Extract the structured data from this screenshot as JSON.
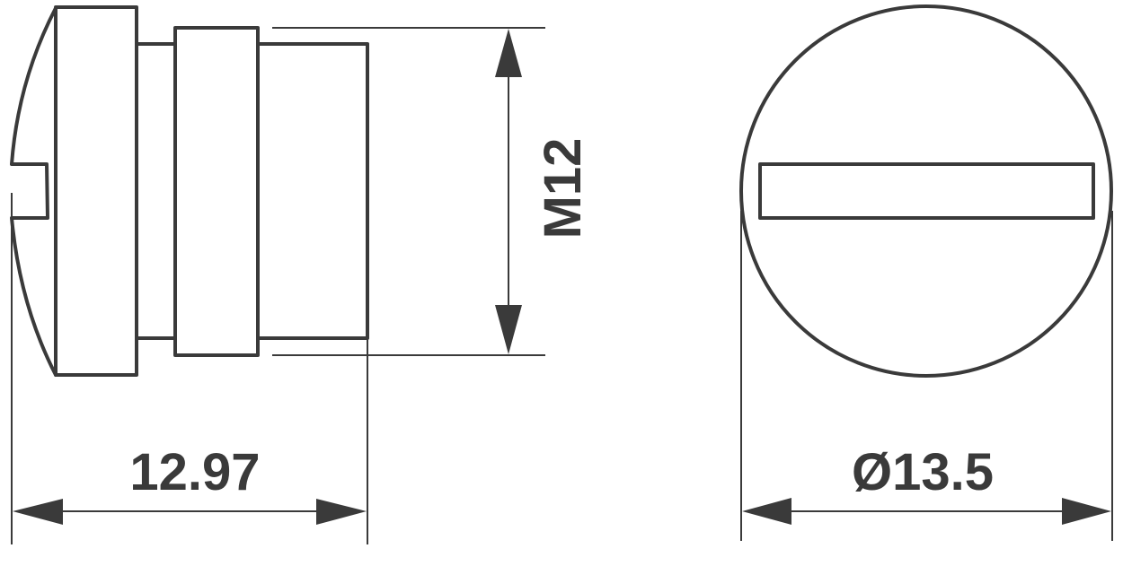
{
  "drawing": {
    "subject": "slotted pan-head screw plug",
    "line_color": "#3a3a3a",
    "background": "#ffffff",
    "views": {
      "side_view": {
        "thread_label": "M12",
        "length_label": "12.97"
      },
      "end_view": {
        "diameter_label": "Ø13.5"
      }
    }
  }
}
